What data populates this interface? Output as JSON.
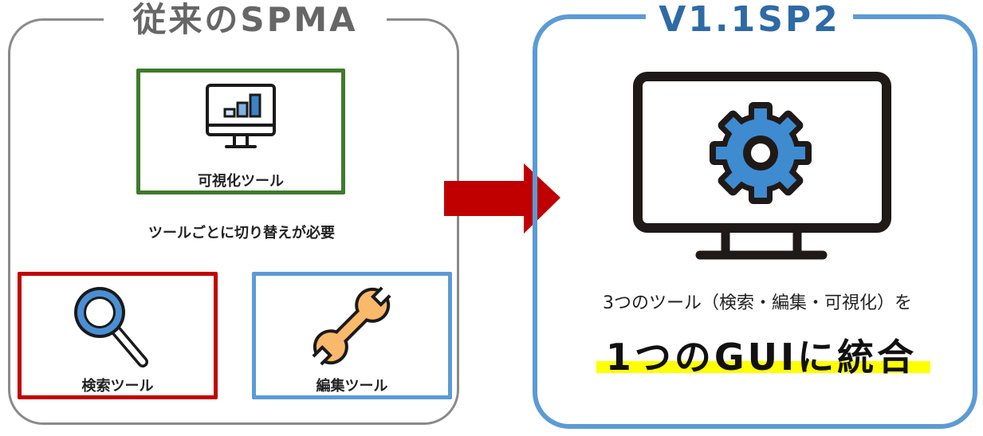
{
  "left_panel": {
    "title": "従来のSPMA",
    "frame_color": "#8a8a8a",
    "visualization_tool": {
      "label": "可視化ツール",
      "icon": "monitor-bar-chart-icon",
      "border_color": "#3e7b2a"
    },
    "switch_note": "ツールごとに切り替えが必要",
    "search_tool": {
      "label": "検索ツール",
      "icon": "magnifier-icon",
      "border_color": "#c00000"
    },
    "edit_tool": {
      "label": "編集ツール",
      "icon": "wrench-icon",
      "border_color": "#5b9bd5"
    }
  },
  "arrow": {
    "icon": "right-arrow-icon",
    "color": "#c00000"
  },
  "right_panel": {
    "title": "V1.1SP2",
    "frame_color": "#5b9bd5",
    "icon": "monitor-gear-icon",
    "description": "3つのツール（検索・編集・可視化）を",
    "headline": "1つのGUIに統合",
    "highlight_color": "#ffff00"
  }
}
